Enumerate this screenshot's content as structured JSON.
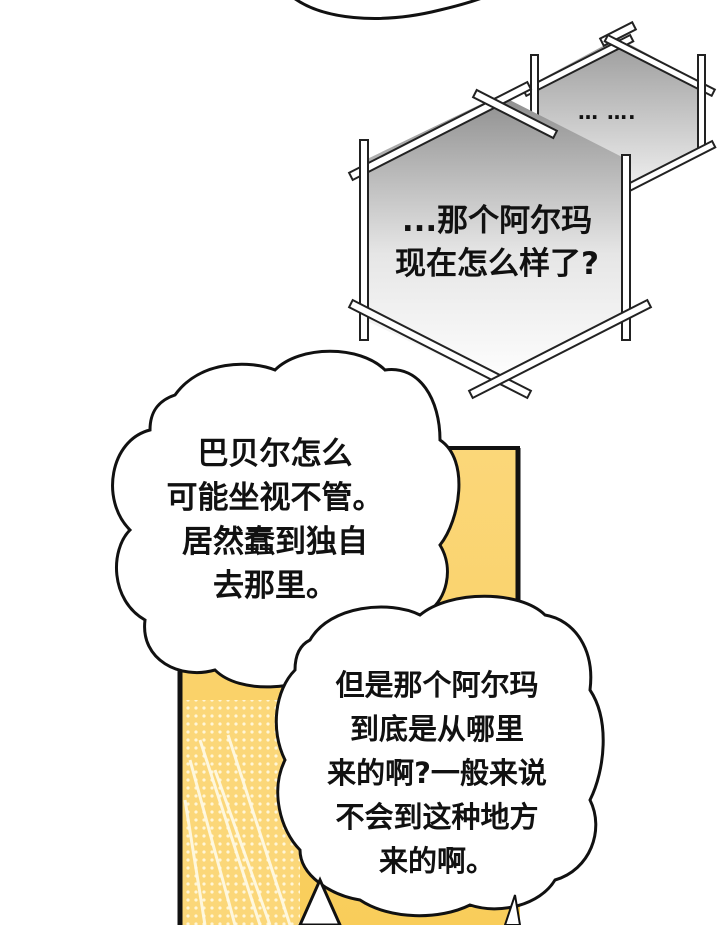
{
  "page": {
    "type": "webtoon-panel",
    "colors": {
      "background": "#ffffff",
      "panel_yellow": "#fbd779",
      "hex_gradient_top": "#9a9a9a",
      "hex_gradient_bottom": "#ffffff",
      "ink": "#111111"
    }
  },
  "bubbles": {
    "hex_back": {
      "lines": [
        "… …."
      ]
    },
    "hex_front": {
      "lines": [
        "...那个阿尔玛",
        "现在怎么样了?"
      ]
    },
    "cloud_top": {
      "lines": [
        "巴贝尔怎么",
        "可能坐视不管。",
        "居然蠢到独自",
        "去那里。"
      ]
    },
    "cloud_bottom": {
      "lines": [
        "但是那个阿尔玛",
        "到底是从哪里",
        "来的啊?一般来说",
        "不会到这种地方",
        "来的啊。"
      ]
    }
  }
}
